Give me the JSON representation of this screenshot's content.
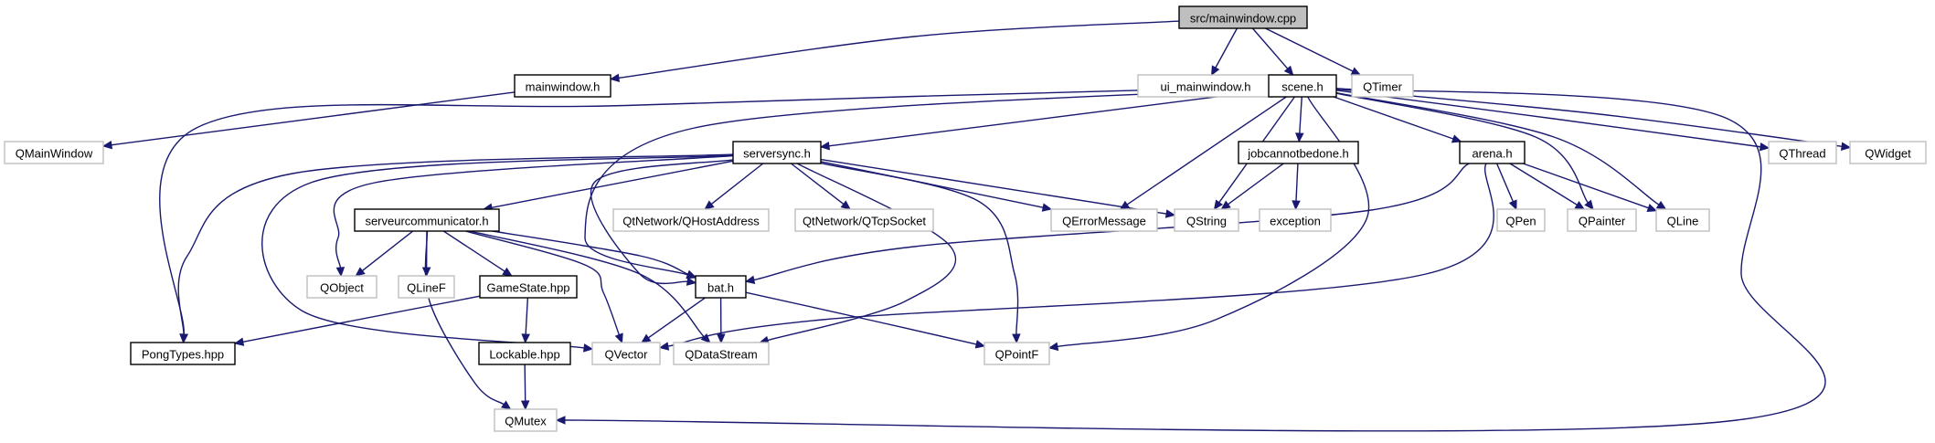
{
  "diagram": {
    "nodes": [
      {
        "id": "root",
        "label": "src/mainwindow.cpp",
        "kind": "root"
      },
      {
        "id": "mainwindow",
        "label": "mainwindow.h",
        "kind": "dep"
      },
      {
        "id": "ui_mainwindow",
        "label": "ui_mainwindow.h",
        "kind": "ext"
      },
      {
        "id": "scene",
        "label": "scene.h",
        "kind": "dep"
      },
      {
        "id": "qtimer",
        "label": "QTimer",
        "kind": "ext"
      },
      {
        "id": "qmainwindow",
        "label": "QMainWindow",
        "kind": "ext"
      },
      {
        "id": "serversync",
        "label": "serversync.h",
        "kind": "dep"
      },
      {
        "id": "jobcannotbedone",
        "label": "jobcannotbedone.h",
        "kind": "dep"
      },
      {
        "id": "arena",
        "label": "arena.h",
        "kind": "dep"
      },
      {
        "id": "qthread",
        "label": "QThread",
        "kind": "ext"
      },
      {
        "id": "qwidget",
        "label": "QWidget",
        "kind": "ext"
      },
      {
        "id": "qhostaddress",
        "label": "QtNetwork/QHostAddress",
        "kind": "ext"
      },
      {
        "id": "qtcpsocket",
        "label": "QtNetwork/QTcpSocket",
        "kind": "ext"
      },
      {
        "id": "qerrormessage",
        "label": "QErrorMessage",
        "kind": "ext"
      },
      {
        "id": "qstring",
        "label": "QString",
        "kind": "ext"
      },
      {
        "id": "exception",
        "label": "exception",
        "kind": "ext"
      },
      {
        "id": "qpen",
        "label": "QPen",
        "kind": "ext"
      },
      {
        "id": "qpainter",
        "label": "QPainter",
        "kind": "ext"
      },
      {
        "id": "qline",
        "label": "QLine",
        "kind": "ext"
      },
      {
        "id": "serveur",
        "label": "serveurcommunicator.h",
        "kind": "dep"
      },
      {
        "id": "qobject",
        "label": "QObject",
        "kind": "ext"
      },
      {
        "id": "qlinef",
        "label": "QLineF",
        "kind": "ext"
      },
      {
        "id": "gamestate",
        "label": "GameState.hpp",
        "kind": "dep"
      },
      {
        "id": "bat",
        "label": "bat.h",
        "kind": "dep"
      },
      {
        "id": "pongtypes",
        "label": "PongTypes.hpp",
        "kind": "dep"
      },
      {
        "id": "qvector",
        "label": "QVector",
        "kind": "ext"
      },
      {
        "id": "qdatastream",
        "label": "QDataStream",
        "kind": "ext"
      },
      {
        "id": "qpointf",
        "label": "QPointF",
        "kind": "ext"
      },
      {
        "id": "lockable",
        "label": "Lockable.hpp",
        "kind": "dep"
      },
      {
        "id": "qmutex",
        "label": "QMutex",
        "kind": "ext"
      }
    ],
    "edges": [
      [
        "root",
        "mainwindow"
      ],
      [
        "root",
        "ui_mainwindow"
      ],
      [
        "root",
        "scene"
      ],
      [
        "root",
        "qtimer"
      ],
      [
        "mainwindow",
        "qmainwindow"
      ],
      [
        "scene",
        "serversync"
      ],
      [
        "scene",
        "jobcannotbedone"
      ],
      [
        "scene",
        "arena"
      ],
      [
        "scene",
        "qthread"
      ],
      [
        "scene",
        "qwidget"
      ],
      [
        "scene",
        "qerrormessage"
      ],
      [
        "scene",
        "qstring"
      ],
      [
        "scene",
        "qpainter"
      ],
      [
        "scene",
        "qline"
      ],
      [
        "scene",
        "pongtypes"
      ],
      [
        "scene",
        "bat"
      ],
      [
        "scene",
        "qpointf"
      ],
      [
        "scene",
        "qmutex"
      ],
      [
        "serversync",
        "serveur"
      ],
      [
        "serversync",
        "qhostaddress"
      ],
      [
        "serversync",
        "qtcpsocket"
      ],
      [
        "serversync",
        "qerrormessage"
      ],
      [
        "serversync",
        "qstring"
      ],
      [
        "serversync",
        "qobject"
      ],
      [
        "serversync",
        "bat"
      ],
      [
        "serversync",
        "pongtypes"
      ],
      [
        "serversync",
        "qvector"
      ],
      [
        "serversync",
        "qdatastream"
      ],
      [
        "serversync",
        "qpointf"
      ],
      [
        "jobcannotbedone",
        "qstring"
      ],
      [
        "jobcannotbedone",
        "exception"
      ],
      [
        "arena",
        "qpen"
      ],
      [
        "arena",
        "qpainter"
      ],
      [
        "arena",
        "qline"
      ],
      [
        "arena",
        "bat"
      ],
      [
        "arena",
        "qvector"
      ],
      [
        "serveur",
        "qobject"
      ],
      [
        "serveur",
        "qlinef"
      ],
      [
        "serveur",
        "gamestate"
      ],
      [
        "serveur",
        "bat"
      ],
      [
        "serveur",
        "qvector"
      ],
      [
        "serveur",
        "qdatastream"
      ],
      [
        "serveur",
        "qmutex"
      ],
      [
        "gamestate",
        "pongtypes"
      ],
      [
        "gamestate",
        "lockable"
      ],
      [
        "bat",
        "qvector"
      ],
      [
        "bat",
        "qdatastream"
      ],
      [
        "bat",
        "qpointf"
      ],
      [
        "lockable",
        "qmutex"
      ]
    ]
  }
}
